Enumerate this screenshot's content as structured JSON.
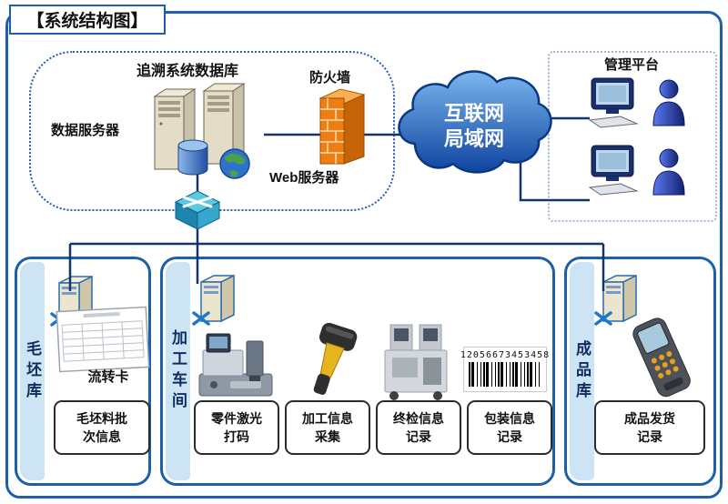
{
  "title": "【系统结构图】",
  "backbone": {
    "database_label": "追溯系统数据库",
    "data_server_label": "数据服务器",
    "firewall_label": "防火墙",
    "web_server_label": "Web服务器",
    "cloud_line1": "互联网",
    "cloud_line2": "局域网",
    "management_label": "管理平台"
  },
  "sections": [
    {
      "name": "毛坯库",
      "card_label": "流转卡",
      "boxes": [
        "毛坯料批\n次信息"
      ]
    },
    {
      "name": "加工车间",
      "barcode_number": "12056673453458",
      "boxes": [
        "零件激光\n打码",
        "加工信息\n采集",
        "终检信息\n记录",
        "包装信息\n记录"
      ]
    },
    {
      "name": "成品库",
      "boxes": [
        "成品发货\n记录"
      ]
    }
  ],
  "colors": {
    "frame_blue": "#1d5fa8",
    "wire_navy": "#14356e",
    "strip_blue": "#cde4f5",
    "firewall_orange": "#ee7d14",
    "cloud_blue": "#0e44a0"
  }
}
